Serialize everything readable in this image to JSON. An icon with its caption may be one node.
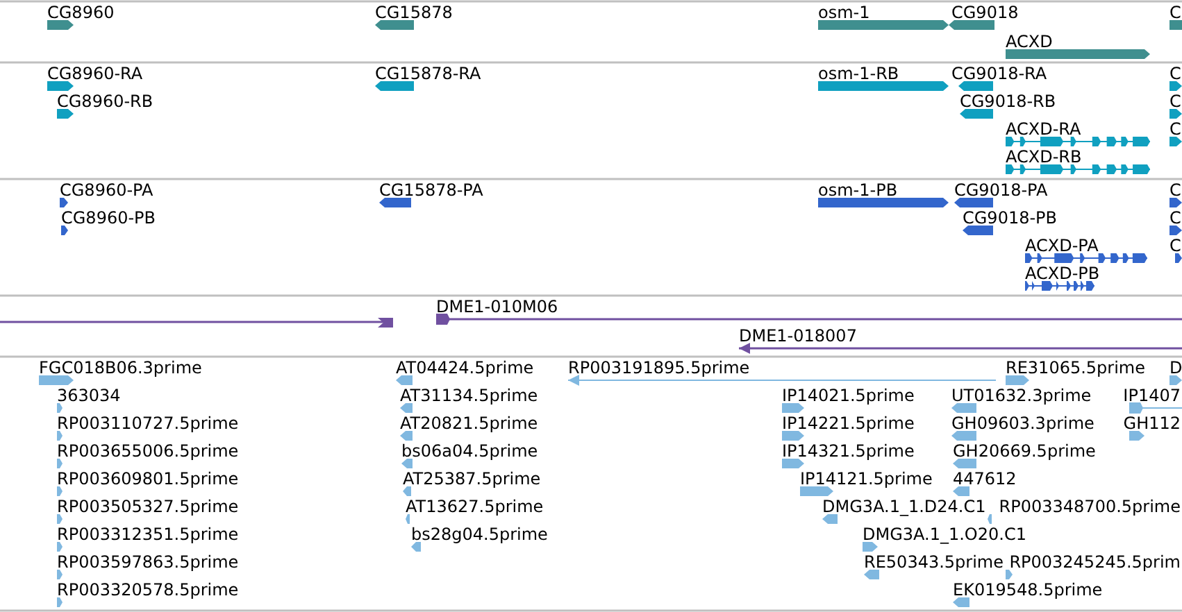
{
  "diagram": {
    "labels": [
      "CG8960",
      "CG15878",
      "osm-1",
      "CG9018",
      "C",
      "ACXD",
      "CG8960-RA",
      "CG15878-RA",
      "osm-1-RB",
      "CG9018-RA",
      "C",
      "CG8960-RB",
      "CG9018-RB",
      "C",
      "ACXD-RA",
      "C",
      "ACXD-RB",
      "CG8960-PA",
      "CG15878-PA",
      "osm-1-PB",
      "CG9018-PA",
      "C",
      "CG8960-PB",
      "CG9018-PB",
      "C",
      "ACXD-PA",
      "C",
      "ACXD-PB",
      "DME1-010M06",
      "DME1-018007",
      "FGC018B06.3prime",
      "AT04424.5prime",
      "RP003191895.5prime",
      "RE31065.5prime",
      "D",
      "363034",
      "AT31134.5prime",
      "IP14021.5prime",
      "UT01632.3prime",
      "IP1407",
      "RP003110727.5prime",
      "AT20821.5prime",
      "IP14221.5prime",
      "GH09603.3prime",
      "GH112",
      "RP003655006.5prime",
      "bs06a04.5prime",
      "IP14321.5prime",
      "GH20669.5prime",
      "RP003609801.5prime",
      "AT25387.5prime",
      "IP14121.5prime",
      "447612",
      "RP003505327.5prime",
      "AT13627.5prime",
      "DMG3A.1_1.D24.C1",
      "RP003348700.5prime",
      "RP003312351.5prime",
      "bs28g04.5prime",
      "DMG3A.1_1.O20.C1",
      "RP003597863.5prime",
      "RE50343.5prime",
      "RP003245245.5prim",
      "RP003320578.5prime",
      "EK019548.5prime"
    ]
  }
}
